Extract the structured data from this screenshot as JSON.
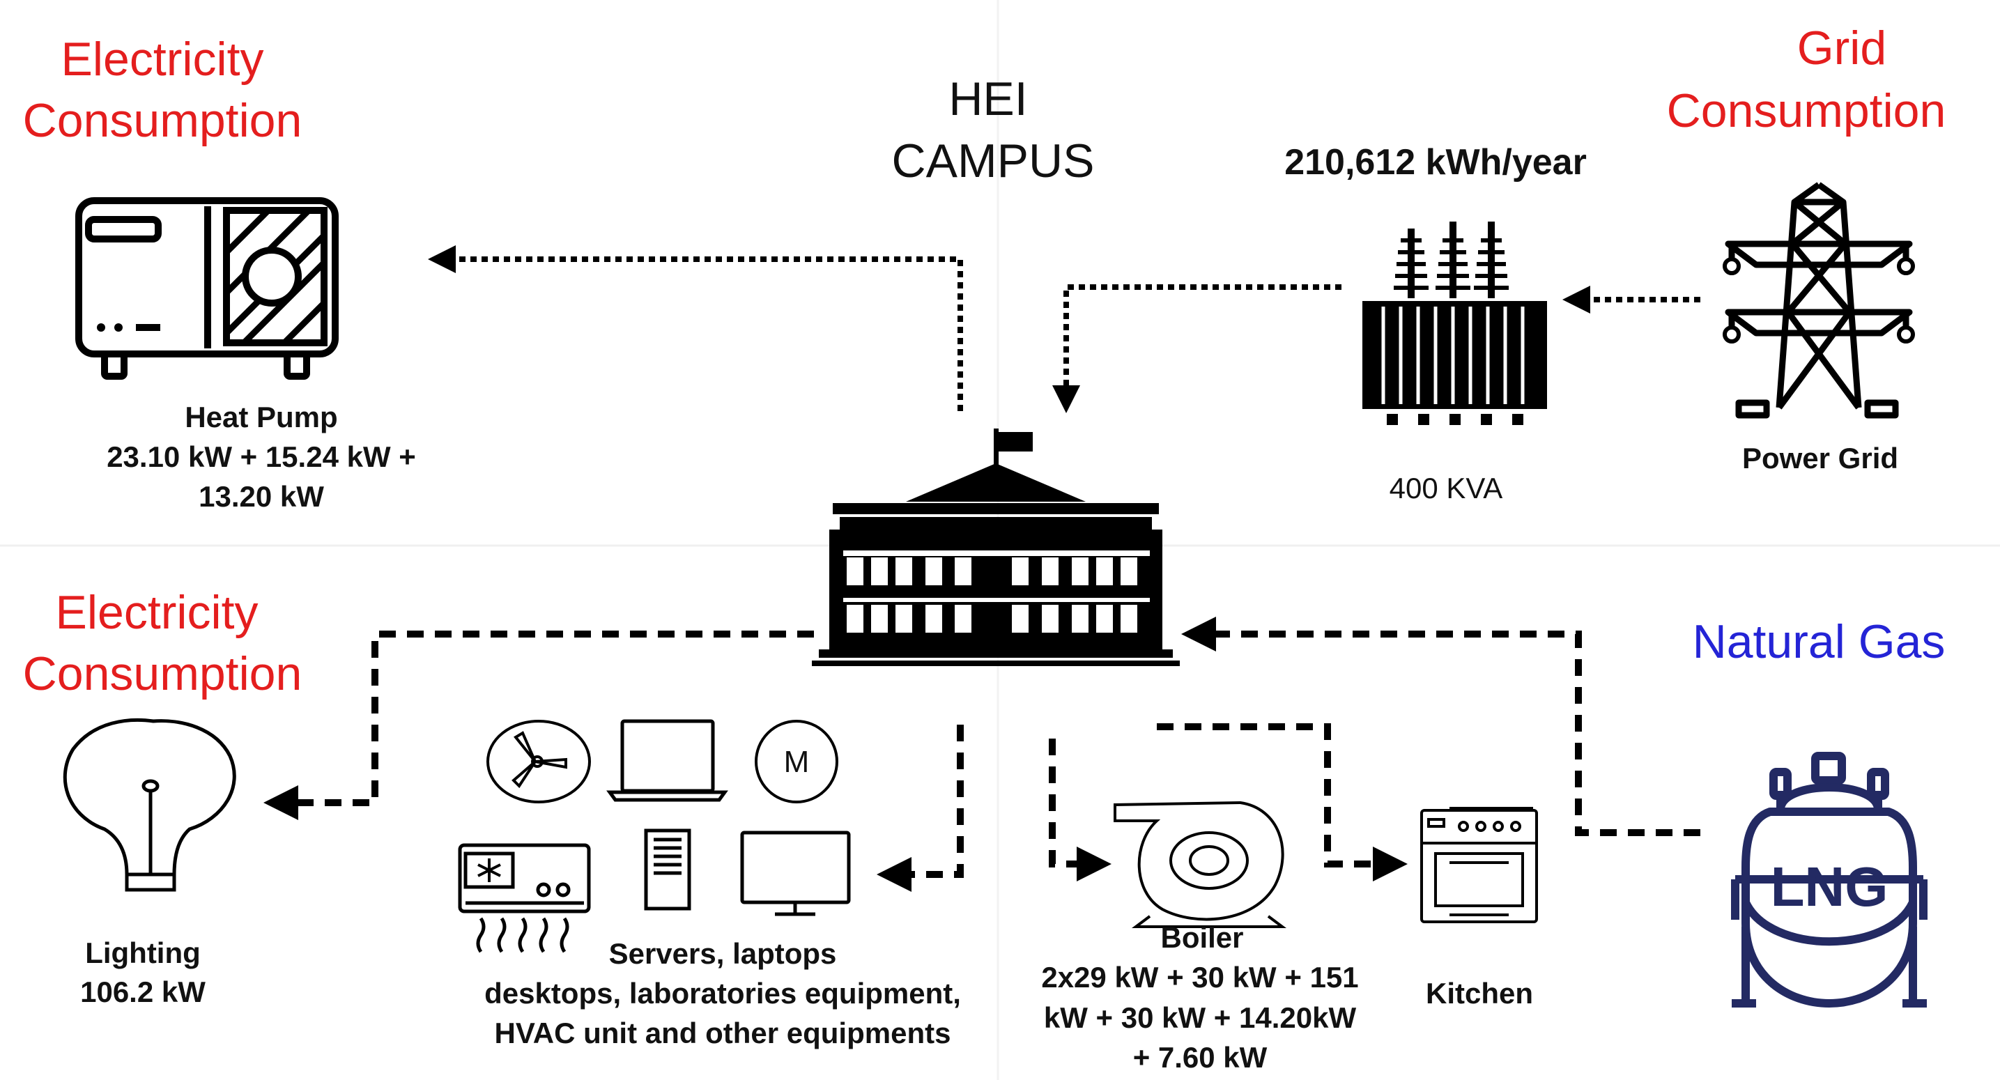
{
  "center": {
    "title_line1": "HEI",
    "title_line2": "CAMPUS"
  },
  "top_left": {
    "heading_line1": "Electricity",
    "heading_line2": "Consumption",
    "device_name": "Heat Pump",
    "device_spec_line1": "23.10 kW + 15.24 kW +",
    "device_spec_line2": "13.20 kW"
  },
  "top_right": {
    "heading_line1": "Grid",
    "heading_line2": "Consumption",
    "annual_consumption": "210,612 kWh/year",
    "transformer_rating": "400 KVA",
    "source_name": "Power Grid"
  },
  "bottom_left": {
    "heading_line1": "Electricity",
    "heading_line2": "Consumption",
    "lighting_name": "Lighting",
    "lighting_power": "106.2 kW",
    "equipment_line1": "Servers, laptops",
    "equipment_line2": "desktops, laboratories equipment,",
    "equipment_line3": "HVAC unit and other equipments",
    "motor_symbol": "M"
  },
  "bottom_right": {
    "heading": "Natural Gas",
    "boiler_name": "Boiler",
    "boiler_spec_line1": "2x29 kW + 30 kW + 151",
    "boiler_spec_line2": "kW + 30 kW + 14.20kW",
    "boiler_spec_line3": "+ 7.60 kW",
    "kitchen_name": "Kitchen",
    "tank_label": "LNG"
  },
  "colors": {
    "heading_electric": "#e41e1e",
    "heading_gas": "#2424d6",
    "tank": "#232a63"
  }
}
